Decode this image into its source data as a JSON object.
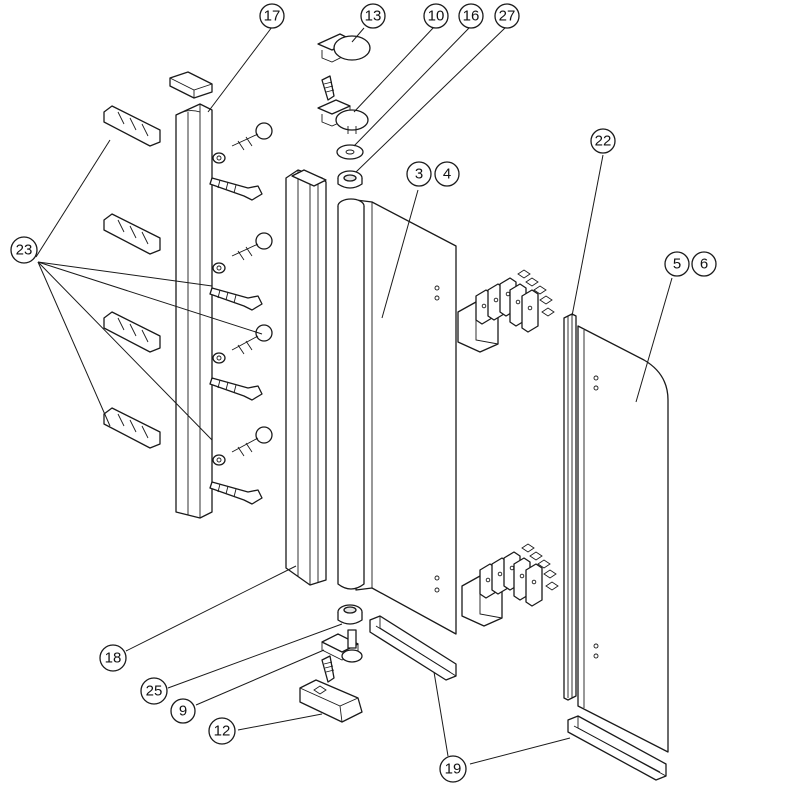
{
  "callouts": {
    "c17": "17",
    "c13": "13",
    "c10": "10",
    "c16": "16",
    "c27": "27",
    "c3": "3",
    "c4": "4",
    "c22": "22",
    "c5": "5",
    "c6": "6",
    "c23": "23",
    "c18": "18",
    "c25": "25",
    "c9": "9",
    "c12": "12",
    "c19": "19"
  }
}
